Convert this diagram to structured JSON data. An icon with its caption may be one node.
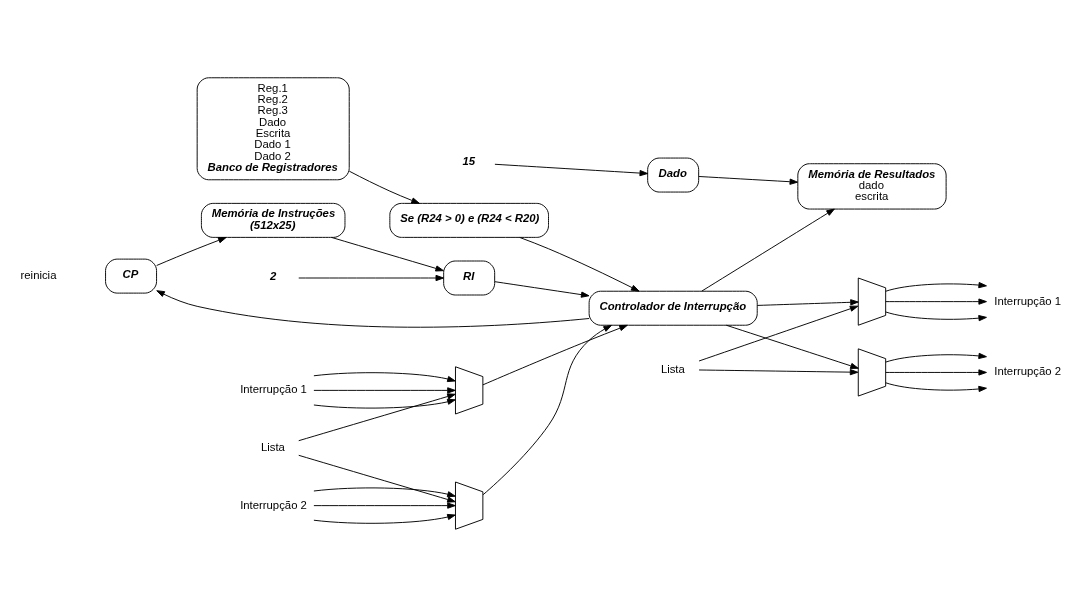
{
  "diagram": {
    "nodes": [
      {
        "text": [
          "CP"
        ]
      },
      {
        "text": [
          "Memória de Instruções",
          "(512x25)"
        ]
      },
      {
        "text": [
          "RI"
        ]
      },
      {
        "text": [
          "2"
        ]
      },
      {
        "text": [
          "Reg.1",
          "Reg.2",
          "Reg.3",
          "Dado",
          "Escrita",
          "Dado 1",
          "Dado 2",
          "Banco de Registradores"
        ]
      },
      {
        "text": [
          "Se (R24 > 0) e (R24 < R20)"
        ]
      },
      {
        "text": [
          "Controlador de Interrupção"
        ]
      },
      {
        "text": [
          "15"
        ]
      },
      {
        "text": [
          "Dado"
        ]
      },
      {
        "text": [
          "Memória de Resultados",
          "dado",
          "escrita"
        ]
      },
      {
        "text": [
          "Lista"
        ]
      },
      {
        "text": [],
        "shape": "trapezoid"
      },
      {
        "text": [],
        "shape": "trapezoid"
      },
      {
        "text": [
          "Interrupção 1"
        ]
      },
      {
        "text": [
          "Interrupção 2"
        ]
      },
      {
        "text": [
          "Lista"
        ]
      },
      {
        "text": [],
        "shape": "trapezoid"
      },
      {
        "text": [],
        "shape": "trapezoid"
      },
      {
        "text": [
          "Interrupção 1"
        ]
      },
      {
        "text": [
          "Interrupção 2"
        ]
      }
    ],
    "edges": [
      {
        "from": 0,
        "to": 1,
        "arrow": "to"
      },
      {
        "from": 1,
        "to": 2,
        "arrow": "to"
      },
      {
        "from": 3,
        "to": 2,
        "arrow": "to"
      },
      {
        "from": 2,
        "to": 6,
        "arrow": "to"
      },
      {
        "from": 4,
        "to": 5,
        "arrow": "to"
      },
      {
        "from": 5,
        "to": 6,
        "arrow": "to"
      },
      {
        "from": 6,
        "to": 0,
        "arrow": "to"
      },
      {
        "from": 6,
        "to": 9,
        "arrow": "to"
      },
      {
        "from": 7,
        "to": 8,
        "arrow": "to"
      },
      {
        "from": 8,
        "to": 9,
        "arrow": "to"
      },
      {
        "from": 10,
        "to": 11,
        "arrow": "to"
      },
      {
        "from": 10,
        "to": 12,
        "arrow": "to"
      },
      {
        "from": 13,
        "to": 11,
        "arrow": "to"
      },
      {
        "from": 13,
        "to": 11,
        "arrow": "to"
      },
      {
        "from": 13,
        "to": 11,
        "arrow": "to"
      },
      {
        "from": 14,
        "to": 12,
        "arrow": "to"
      },
      {
        "from": 14,
        "to": 12,
        "arrow": "to"
      },
      {
        "from": 14,
        "to": 12,
        "arrow": "to"
      },
      {
        "from": 11,
        "to": 6,
        "arrow": "to"
      },
      {
        "from": 12,
        "to": 6,
        "arrow": "to"
      },
      {
        "from": 15,
        "to": 16,
        "arrow": "to"
      },
      {
        "from": 15,
        "to": 17,
        "arrow": "to"
      },
      {
        "from": 6,
        "to": 16,
        "arrow": "to"
      },
      {
        "from": 6,
        "to": 17,
        "arrow": "to"
      },
      {
        "from": 16,
        "to": 18,
        "arrow": "to"
      },
      {
        "from": 16,
        "to": 18,
        "arrow": "to"
      },
      {
        "from": 16,
        "to": 18,
        "arrow": "to"
      },
      {
        "from": 17,
        "to": 19,
        "arrow": "to"
      },
      {
        "from": 17,
        "to": 19,
        "arrow": "to"
      },
      {
        "from": 17,
        "to": 19,
        "arrow": "to"
      }
    ],
    "labels": [
      "reinicia"
    ]
  }
}
